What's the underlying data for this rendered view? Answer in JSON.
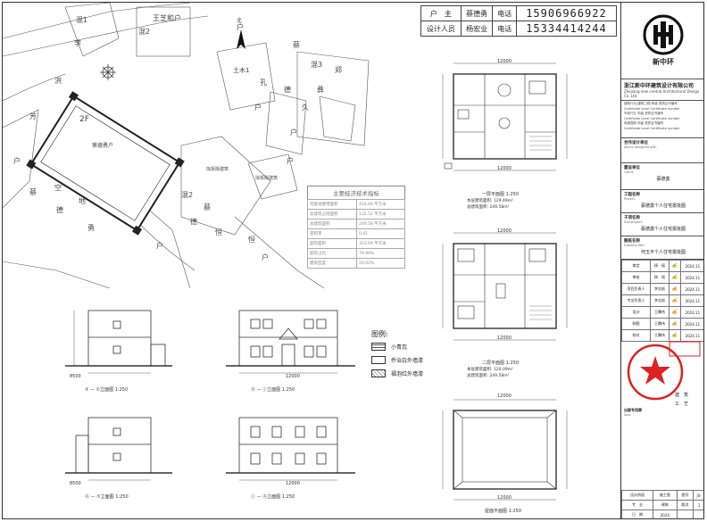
{
  "owner_info": {
    "rows": [
      {
        "label": "户　主",
        "value": "蔡德勇",
        "phone_label": "电话",
        "phone": "15906966922"
      },
      {
        "label": "设计人员",
        "value": "杨宏业",
        "phone_label": "电话",
        "phone": "15334414244"
      }
    ]
  },
  "site_plan": {
    "house_label": "2F",
    "house_name": "蔡德勇户",
    "north": "北",
    "neighbors": [
      "王芝和户",
      "混1",
      "李",
      "混2",
      "洪",
      "芳",
      "户",
      "蔡",
      "空",
      "地",
      "德",
      "勇",
      "土木1",
      "孔",
      "户",
      "蔡",
      "德",
      "久",
      "户",
      "混3",
      "郑",
      "彝",
      "户",
      "混2",
      "蔡",
      "德",
      "恒",
      "户",
      "户",
      "恒",
      "户"
    ],
    "existing_labels": [
      "拟拆除建筑",
      "拟拆除建筑"
    ]
  },
  "tech_table": {
    "title": "主要经济技术指标",
    "rows": [
      [
        "宅基地使用面积",
        "416.00 平方米"
      ],
      [
        "总建筑占地面积",
        "132.52 平方米"
      ],
      [
        "总建筑面积",
        "249.58 平方米"
      ],
      [
        "容积率",
        "0.61"
      ],
      [
        "庭院面积",
        "323.69 平方米"
      ],
      [
        "庭院占比",
        "79.98%"
      ],
      [
        "建筑密度",
        "29.02%"
      ]
    ]
  },
  "elevations": [
    {
      "caption": "⑦ — ①立面图 1:250",
      "dims": [
        "8500"
      ]
    },
    {
      "caption": "Ⓐ — Ⓘ立面图 1:250",
      "dims": [
        "12000"
      ]
    },
    {
      "caption": "Ⓐ — ⑦立面图 1:250",
      "dims": [
        "8500"
      ]
    },
    {
      "caption": "Ⓘ — Ⓐ立面图 1:250",
      "dims": [
        "12000"
      ]
    }
  ],
  "legend": {
    "title": "图例:",
    "items": [
      {
        "label": "小青瓦",
        "kind": "brick"
      },
      {
        "label": "乔治白外墙漆",
        "kind": "paint"
      },
      {
        "label": "福泡红外墙漆",
        "kind": "red"
      }
    ]
  },
  "plans": [
    {
      "caption": "一层平面图 1:250",
      "area1": "本层建筑面积: 129.49m²",
      "area2": "总建筑面积: 249.58m²",
      "dim_top": "12000",
      "dim_bottom": "12000"
    },
    {
      "caption": "二层平面图 1:250",
      "area1": "本层建筑面积: 120.09m²",
      "area2": "总建筑面积: 249.58m²",
      "dim_top": "12000",
      "dim_bottom": "12000"
    },
    {
      "caption": "屋面平面图 1:250",
      "area1": "",
      "area2": "",
      "dim_top": "12000",
      "dim_bottom": "12000"
    }
  ],
  "title_block": {
    "logo_text": "新中环",
    "company_cn": "浙江新中环建筑设计有限公司",
    "company_en": "Zhejiang new central Architectural Design Co.,Ltd.",
    "cert_lines": [
      "建筑行业(建筑工程)甲级 资质证书编号",
      "Certificate Level    Certificate number",
      "市政行业 甲级 资质证书编号",
      "Certificate Level    Certificate number",
      "风景园林 甲级 资质证书编号",
      "Certificate Level    Certificate number"
    ],
    "coop_label": "合作设计单位",
    "coop_sub": "Jointly designed with",
    "client_label": "建设单位",
    "client_sub": "Client",
    "client_value": "蔡德勇",
    "project_label": "工程名称",
    "project_sub": "Project",
    "project_value": "蔡德勇个人住宅报批图",
    "subproject_label": "子项名称",
    "subproject_sub": "Sub-project",
    "subproject_value": "蔡德勇个人住宅报批图",
    "drawing_label": "图纸名称",
    "drawing_sub": "Drawing title",
    "drawing_value": "何玉平个人住宅报批图",
    "signatures": [
      {
        "role": "审定",
        "name": "杨　丽",
        "date": "2024.11"
      },
      {
        "role": "审核",
        "name": "杨　丽",
        "date": "2024.11"
      },
      {
        "role": "项目负责人",
        "name": "李志振",
        "date": "2024.11"
      },
      {
        "role": "专业负责人",
        "name": "李志振",
        "date": "2024.11"
      },
      {
        "role": "设计",
        "name": "王腾伟",
        "date": "2024.11"
      },
      {
        "role": "制图",
        "name": "王腾伟",
        "date": "2024.11"
      },
      {
        "role": "校对",
        "name": "王腾伟",
        "date": "2024.11"
      }
    ],
    "seal_labels": [
      "出图专用章",
      "建　筑",
      "工　艺"
    ],
    "seal_sub": "Seal",
    "bottom": [
      {
        "label": "设计阶段",
        "value": "施工图"
      },
      {
        "label": "专　业",
        "value": "建筑"
      },
      {
        "label": "日　期",
        "value": "2024"
      }
    ],
    "drawing_no_label": "图号",
    "drawing_no": "JS-",
    "revision_label": "版次",
    "revision": "1"
  }
}
